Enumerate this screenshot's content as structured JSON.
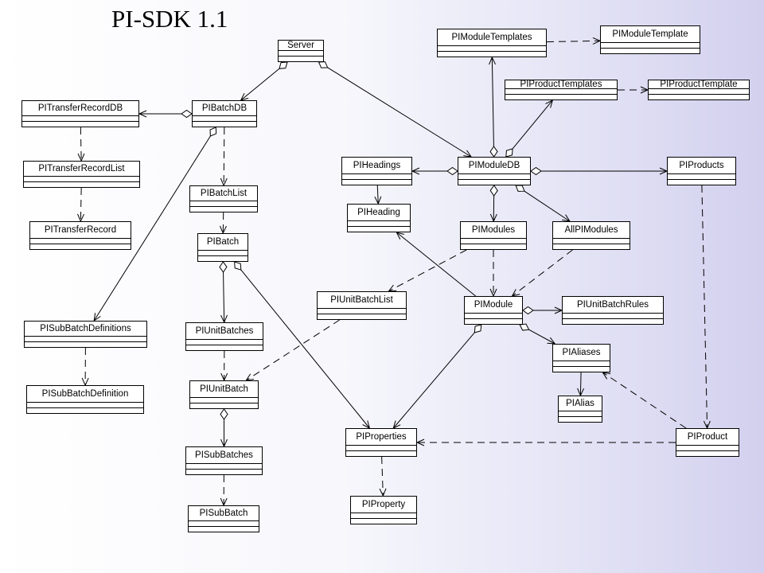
{
  "title": "PI-SDK 1.1",
  "diagram": {
    "classes": [
      {
        "id": "server",
        "name": "Server"
      },
      {
        "id": "pimoduletemplates",
        "name": "PIModuleTemplates"
      },
      {
        "id": "pimoduletemplate",
        "name": "PIModuleTemplate"
      },
      {
        "id": "piproducttemplates",
        "name": "PIProductTemplates"
      },
      {
        "id": "piproducttemplate",
        "name": "PIProductTemplate"
      },
      {
        "id": "pitransferrecorddb",
        "name": "PITransferRecordDB"
      },
      {
        "id": "pibatchdb",
        "name": "PIBatchDB"
      },
      {
        "id": "pitransferrecordlist",
        "name": "PITransferRecordList"
      },
      {
        "id": "pibatchlist",
        "name": "PIBatchList"
      },
      {
        "id": "pitransferrecord",
        "name": "PITransferRecord"
      },
      {
        "id": "pibatch",
        "name": "PIBatch"
      },
      {
        "id": "piheadings",
        "name": "PIHeadings"
      },
      {
        "id": "pimoduledb",
        "name": "PIModuleDB"
      },
      {
        "id": "piproducts",
        "name": "PIProducts"
      },
      {
        "id": "piheading",
        "name": "PIHeading"
      },
      {
        "id": "pimodules",
        "name": "PIModules"
      },
      {
        "id": "allpimodules",
        "name": "AllPIModules"
      },
      {
        "id": "piunitbatchlist",
        "name": "PIUnitBatchList"
      },
      {
        "id": "pimodule",
        "name": "PIModule"
      },
      {
        "id": "piunitbatchrules",
        "name": "PIUnitBatchRules"
      },
      {
        "id": "pisubbatchdefinitions",
        "name": "PISubBatchDefinitions"
      },
      {
        "id": "piunitbatches",
        "name": "PIUnitBatches"
      },
      {
        "id": "pialiases",
        "name": "PIAliases"
      },
      {
        "id": "pisubbatchdefinition",
        "name": "PISubBatchDefinition"
      },
      {
        "id": "piunitbatch",
        "name": "PIUnitBatch"
      },
      {
        "id": "pialias",
        "name": "PIAlias"
      },
      {
        "id": "piproperties",
        "name": "PIProperties"
      },
      {
        "id": "piproduct",
        "name": "PIProduct"
      },
      {
        "id": "pisubbatches",
        "name": "PISubBatches"
      },
      {
        "id": "piproperty",
        "name": "PIProperty"
      },
      {
        "id": "pisubbatch",
        "name": "PISubBatch"
      }
    ],
    "edges": [
      {
        "from": "server",
        "to": "pibatchdb",
        "style": "solid",
        "head": "arrow",
        "tail": "diamond"
      },
      {
        "from": "server",
        "to": "pimoduledb",
        "style": "solid",
        "head": "arrow",
        "tail": "diamond"
      },
      {
        "from": "pimoduletemplates",
        "to": "pimoduletemplate",
        "style": "dashed",
        "head": "arrow",
        "tail": "none"
      },
      {
        "from": "piproducttemplates",
        "to": "piproducttemplate",
        "style": "dashed",
        "head": "arrow",
        "tail": "none"
      },
      {
        "from": "pibatchdb",
        "to": "pitransferrecorddb",
        "style": "solid",
        "head": "arrow",
        "tail": "diamond"
      },
      {
        "from": "pitransferrecorddb",
        "to": "pitransferrecordlist",
        "style": "dashed",
        "head": "arrow",
        "tail": "none"
      },
      {
        "from": "pitransferrecordlist",
        "to": "pitransferrecord",
        "style": "dashed",
        "head": "arrow",
        "tail": "none"
      },
      {
        "from": "pibatchdb",
        "to": "pibatchlist",
        "style": "dashed",
        "head": "arrow",
        "tail": "none"
      },
      {
        "from": "pibatchdb",
        "to": "pisubbatchdefinitions",
        "style": "solid",
        "head": "arrow",
        "tail": "diamond"
      },
      {
        "from": "pibatchlist",
        "to": "pibatch",
        "style": "dashed",
        "head": "arrow",
        "tail": "none"
      },
      {
        "from": "pibatch",
        "to": "piunitbatches",
        "style": "solid",
        "head": "arrow",
        "tail": "diamond"
      },
      {
        "from": "pibatch",
        "to": "piproperties",
        "style": "solid",
        "head": "arrow",
        "tail": "diamond"
      },
      {
        "from": "pisubbatchdefinitions",
        "to": "pisubbatchdefinition",
        "style": "dashed",
        "head": "arrow",
        "tail": "none"
      },
      {
        "from": "piunitbatches",
        "to": "piunitbatch",
        "style": "dashed",
        "head": "arrow",
        "tail": "none"
      },
      {
        "from": "piunitbatch",
        "to": "pisubbatches",
        "style": "solid",
        "head": "arrow",
        "tail": "diamond"
      },
      {
        "from": "pisubbatches",
        "to": "pisubbatch",
        "style": "dashed",
        "head": "arrow",
        "tail": "none"
      },
      {
        "from": "pimoduledb",
        "to": "pimoduletemplates",
        "style": "solid",
        "head": "arrow",
        "tail": "diamond"
      },
      {
        "from": "pimoduledb",
        "to": "piproducttemplates",
        "style": "solid",
        "head": "arrow",
        "tail": "diamond"
      },
      {
        "from": "pimoduledb",
        "to": "piheadings",
        "style": "solid",
        "head": "arrow",
        "tail": "diamond"
      },
      {
        "from": "pimoduledb",
        "to": "piproducts",
        "style": "solid",
        "head": "arrow",
        "tail": "diamond"
      },
      {
        "from": "pimoduledb",
        "to": "pimodules",
        "style": "solid",
        "head": "arrow",
        "tail": "diamond"
      },
      {
        "from": "pimoduledb",
        "to": "allpimodules",
        "style": "solid",
        "head": "arrow",
        "tail": "diamond"
      },
      {
        "from": "piheadings",
        "to": "piheading",
        "style": "solid",
        "head": "arrow",
        "tail": "none"
      },
      {
        "from": "pimodule",
        "to": "piheading",
        "style": "solid",
        "head": "arrow",
        "tail": "none"
      },
      {
        "from": "pimodules",
        "to": "pimodule",
        "style": "dashed",
        "head": "arrow",
        "tail": "none"
      },
      {
        "from": "allpimodules",
        "to": "pimodule",
        "style": "dashed",
        "head": "arrow",
        "tail": "none"
      },
      {
        "from": "pimodules",
        "to": "piunitbatchlist",
        "style": "dashed",
        "head": "arrow",
        "tail": "none"
      },
      {
        "from": "piunitbatchlist",
        "to": "piunitbatch",
        "style": "dashed",
        "head": "arrow",
        "tail": "none"
      },
      {
        "from": "pimodule",
        "to": "piunitbatchrules",
        "style": "solid",
        "head": "arrow",
        "tail": "diamond"
      },
      {
        "from": "pimodule",
        "to": "pialiases",
        "style": "solid",
        "head": "arrow",
        "tail": "diamond"
      },
      {
        "from": "pimodule",
        "to": "piproperties",
        "style": "solid",
        "head": "arrow",
        "tail": "diamond"
      },
      {
        "from": "pialiases",
        "to": "pialias",
        "style": "solid",
        "head": "arrow",
        "tail": "none"
      },
      {
        "from": "piproducts",
        "to": "piproduct",
        "style": "dashed",
        "head": "arrow",
        "tail": "none"
      },
      {
        "from": "piproduct",
        "to": "pialiases",
        "style": "dashed",
        "head": "arrow",
        "tail": "none"
      },
      {
        "from": "piproduct",
        "to": "piproperties",
        "style": "dashed",
        "head": "arrow",
        "tail": "none"
      },
      {
        "from": "piproperties",
        "to": "piproperty",
        "style": "dashed",
        "head": "arrow",
        "tail": "none"
      }
    ]
  }
}
